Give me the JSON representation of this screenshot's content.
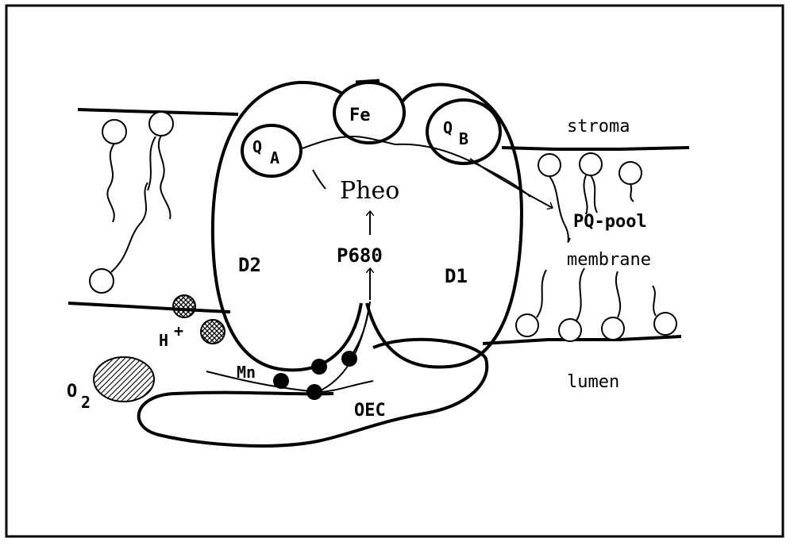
{
  "labels": {
    "fe": "Fe",
    "qa_main": "Q",
    "qa_sub": "A",
    "qb_main": "Q",
    "qb_sub": "B",
    "pheo": "Pheo",
    "p680": "P680",
    "d2": "D2",
    "d1": "D1",
    "pq_pool": "PQ-pool",
    "membrane": "membrane",
    "stroma": "stroma",
    "lumen": "lumen",
    "mn": "Mn",
    "oec": "OEC",
    "h_main": "H",
    "h_sup": "+",
    "o2_main": "O",
    "o2_sub": "2"
  },
  "colors": {
    "line": "#000000",
    "background": "#ffffff"
  }
}
